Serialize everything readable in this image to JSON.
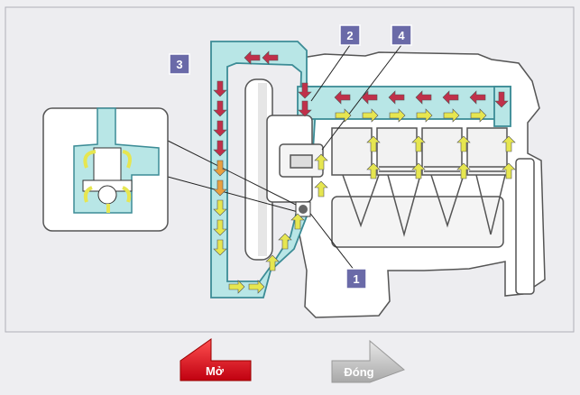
{
  "callouts": [
    {
      "id": "1",
      "label": "1"
    },
    {
      "id": "2",
      "label": "2"
    },
    {
      "id": "3",
      "label": "3"
    },
    {
      "id": "4",
      "label": "4"
    }
  ],
  "buttons": {
    "open_label": "Mở",
    "close_label": "Đóng"
  },
  "colors": {
    "background": "#eeeef1",
    "coolant": "#b8e6e6",
    "coolant_outline": "#3c8c96",
    "hot_arrow": "#c0304a",
    "warm_arrow": "#e8a040",
    "cool_arrow": "#e6e650",
    "badge": "#6a6aa8",
    "open_button": "#e0101a",
    "close_button": "#cccccc"
  }
}
